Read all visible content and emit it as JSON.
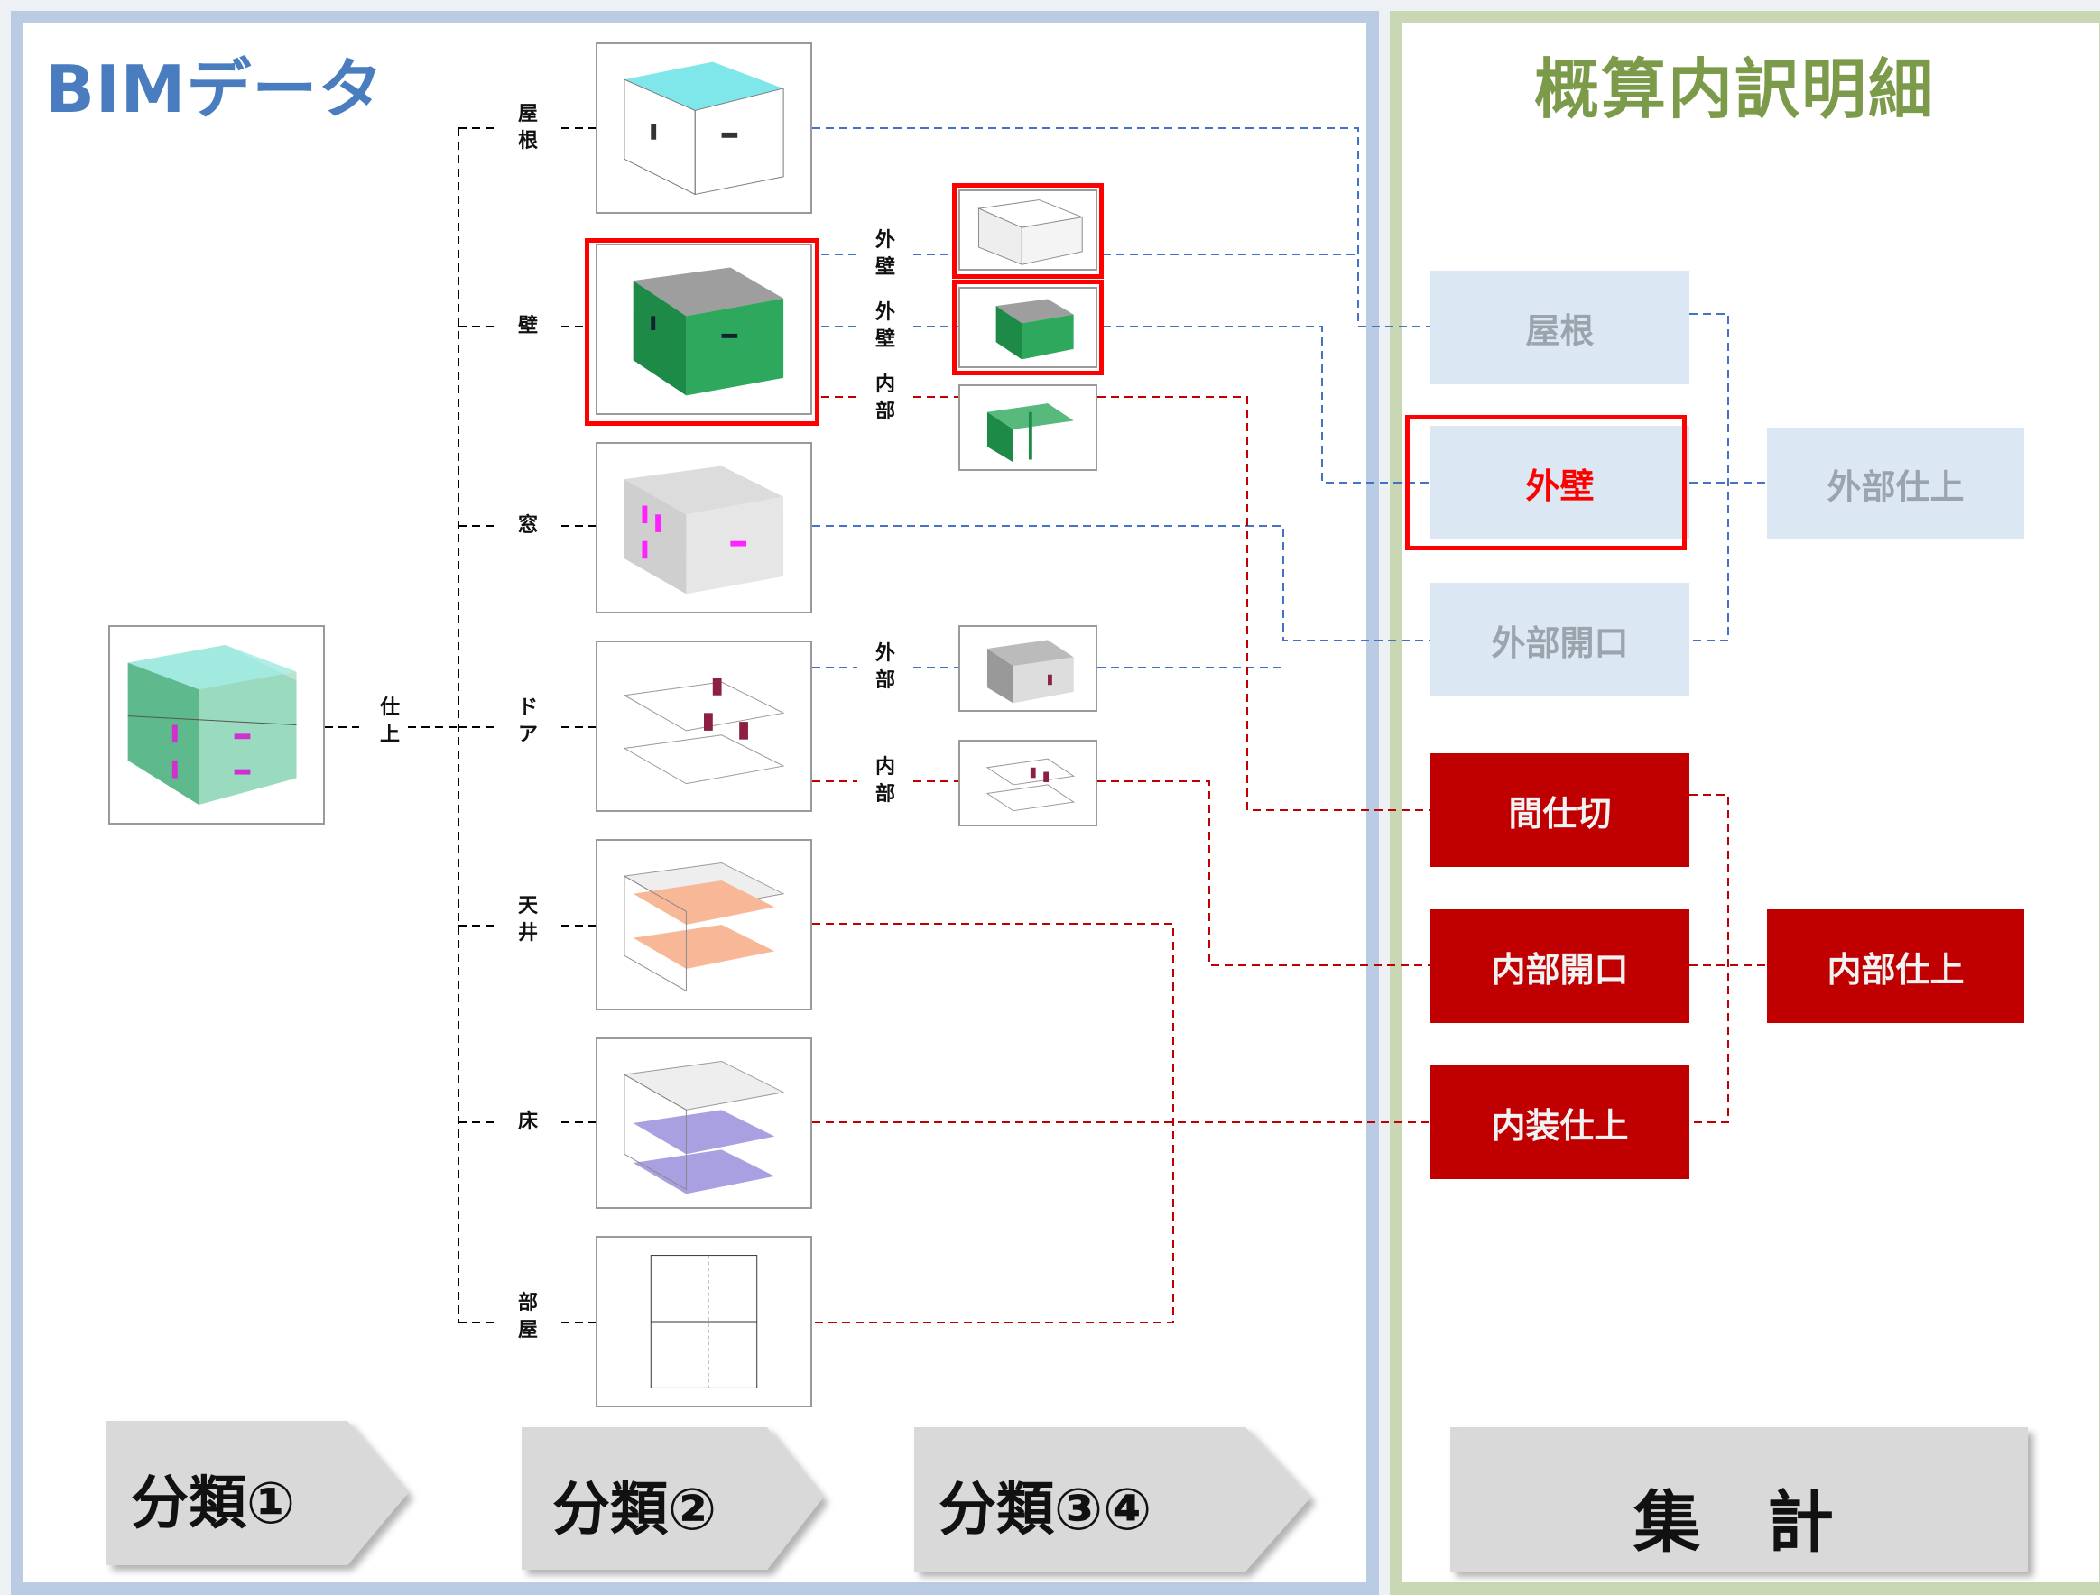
{
  "bim_title": "BIMデータ",
  "estimate_title": "概算内訳明細",
  "labels": {
    "finish_top": "仕",
    "finish_bottom": "上",
    "roof": [
      "屋",
      "根"
    ],
    "wall": "壁",
    "window": "窓",
    "door": [
      "ド",
      "ア"
    ],
    "ceiling": [
      "天",
      "井"
    ],
    "floor": "床",
    "room": [
      "部",
      "屋"
    ],
    "wall_ext1": [
      "外",
      "壁"
    ],
    "wall_ext2": [
      "外",
      "壁"
    ],
    "wall_int": [
      "内",
      "部"
    ],
    "door_ext": [
      "外",
      "部"
    ],
    "door_int": [
      "内",
      "部"
    ]
  },
  "boxes": {
    "roof": "屋根",
    "ext_wall": "外壁",
    "ext_opening": "外部開口",
    "ext_finish": "外部仕上",
    "partition": "間仕切",
    "int_opening": "内部開口",
    "int_interior": "内装仕上",
    "int_finish": "内部仕上"
  },
  "steps": {
    "step1": "分類①",
    "step2": "分類②",
    "step34": "分類③④",
    "total": "集　計"
  },
  "colors": {
    "blue_line": "#4472c4",
    "red_line": "#c00000",
    "highlight": "#ff0000",
    "blue_box": "#dbe8f4",
    "red_box": "#c00000"
  }
}
